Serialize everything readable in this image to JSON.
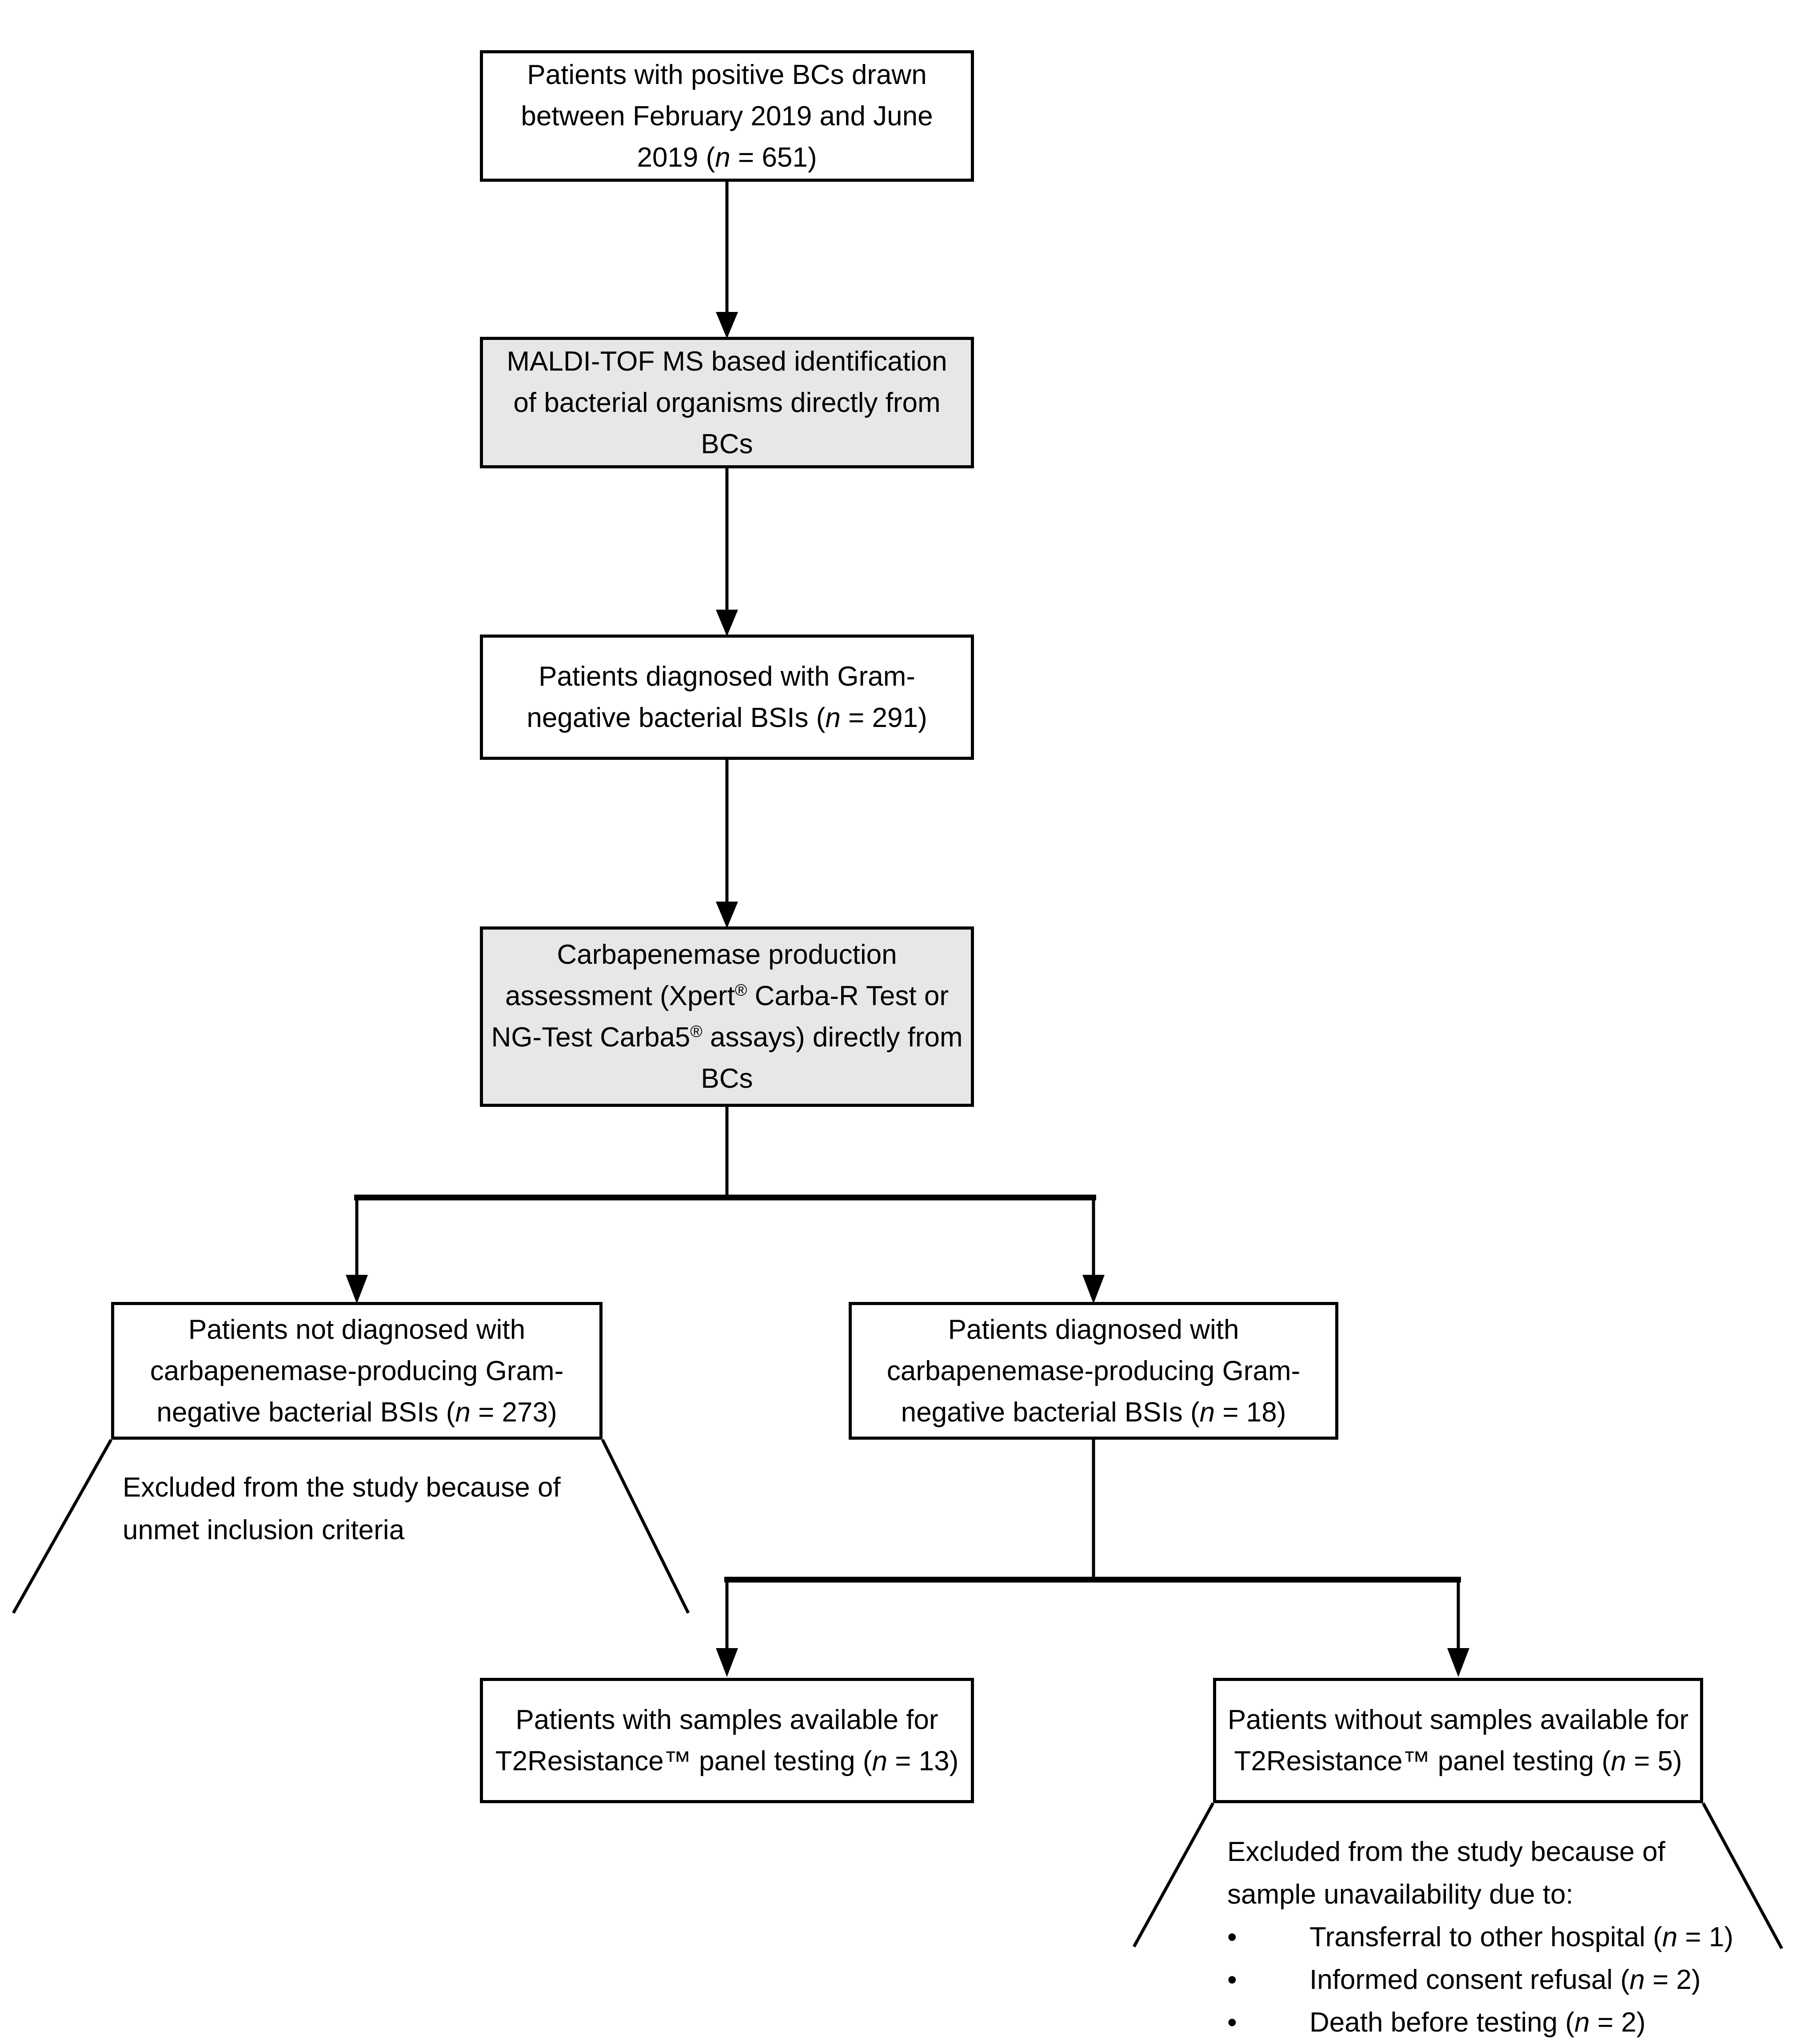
{
  "colors": {
    "background": "#ffffff",
    "line": "#000000",
    "text": "#000000",
    "node_fill_white": "#ffffff",
    "node_fill_gray": "#e8e6e6"
  },
  "flowchart": {
    "nodes": {
      "positive_bcs": {
        "fill": "#ffffff",
        "lines": [
          [
            {
              "text": "Patients with positive BCs drawn"
            }
          ],
          [
            {
              "text": "between February 2019 and June"
            }
          ],
          [
            {
              "text": "2019 ("
            },
            {
              "text": "n",
              "style": "italic"
            },
            {
              "text": " = 651)"
            }
          ]
        ]
      },
      "maldi_identification": {
        "fill": "#e8e6e6",
        "lines": [
          [
            {
              "text": "MALDI-TOF MS based identification"
            }
          ],
          [
            {
              "text": "of bacterial organisms directly from"
            }
          ],
          [
            {
              "text": "BCs"
            }
          ]
        ]
      },
      "gram_negative_bsi": {
        "fill": "#ffffff",
        "lines": [
          [
            {
              "text": "Patients diagnosed with Gram-"
            }
          ],
          [
            {
              "text": "negative bacterial BSIs ("
            },
            {
              "text": "n",
              "style": "italic"
            },
            {
              "text": " = 291)"
            }
          ]
        ]
      },
      "carbapenemase_assessment": {
        "fill": "#e8e6e6",
        "lines": [
          [
            {
              "text": "Carbapenemase production"
            }
          ],
          [
            {
              "text": "assessment (Xpert"
            },
            {
              "text": "®",
              "style": "sup"
            },
            {
              "text": " Carba-R Test or"
            }
          ],
          [
            {
              "text": "NG-Test Carba5"
            },
            {
              "text": "®",
              "style": "sup"
            },
            {
              "text": " assays) directly from"
            }
          ],
          [
            {
              "text": "BCs"
            }
          ]
        ]
      },
      "not_cp_gn_bsi": {
        "fill": "#ffffff",
        "lines": [
          [
            {
              "text": "Patients not diagnosed with"
            }
          ],
          [
            {
              "text": "carbapenemase-producing Gram-"
            }
          ],
          [
            {
              "text": "negative bacterial BSIs ("
            },
            {
              "text": "n",
              "style": "italic"
            },
            {
              "text": " = 273)"
            }
          ]
        ]
      },
      "cp_gn_bsi": {
        "fill": "#ffffff",
        "lines": [
          [
            {
              "text": "Patients diagnosed with"
            }
          ],
          [
            {
              "text": "carbapenemase-producing Gram-"
            }
          ],
          [
            {
              "text": "negative bacterial BSIs ("
            },
            {
              "text": "n",
              "style": "italic"
            },
            {
              "text": " = 18)"
            }
          ]
        ]
      },
      "samples_available": {
        "fill": "#ffffff",
        "lines": [
          [
            {
              "text": "Patients with samples available for"
            }
          ],
          [
            {
              "text": "T2Resistance™ panel testing ("
            },
            {
              "text": "n",
              "style": "italic"
            },
            {
              "text": " = 13)"
            }
          ]
        ]
      },
      "samples_unavailable": {
        "fill": "#ffffff",
        "lines": [
          [
            {
              "text": "Patients without samples available for"
            }
          ],
          [
            {
              "text": "T2Resistance™ panel testing ("
            },
            {
              "text": "n",
              "style": "italic"
            },
            {
              "text": " = 5)"
            }
          ]
        ]
      }
    },
    "exclusions": {
      "unmet_criteria": {
        "lines": [
          [
            {
              "text": "Excluded from the study because of"
            }
          ],
          [
            {
              "text": "unmet inclusion criteria"
            }
          ]
        ]
      },
      "sample_unavailability": {
        "bullet_char": "•",
        "lines": [
          [
            {
              "text": "Excluded from the study because of"
            }
          ],
          [
            {
              "text": "sample unavailability due to:"
            }
          ]
        ],
        "bullets": [
          {
            "parts": [
              {
                "text": "Transferral to other hospital ("
              },
              {
                "text": "n",
                "style": "italic"
              },
              {
                "text": " = 1)"
              }
            ]
          },
          {
            "parts": [
              {
                "text": "Informed consent refusal ("
              },
              {
                "text": "n",
                "style": "italic"
              },
              {
                "text": " = 2)"
              }
            ]
          },
          {
            "parts": [
              {
                "text": "Death before testing ("
              },
              {
                "text": "n",
                "style": "italic"
              },
              {
                "text": " = 2)"
              }
            ]
          }
        ]
      }
    }
  }
}
